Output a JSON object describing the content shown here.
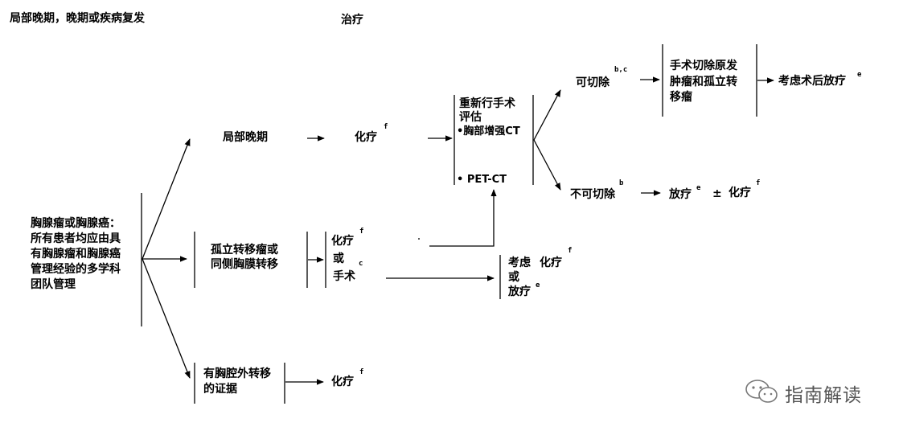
{
  "header": {
    "left": "局部晚期，晚期或疾病复发",
    "center": "治疗"
  },
  "start": {
    "lines": [
      "胸腺瘤或胸腺癌：",
      "所有患者均应由具",
      "有胸腺瘤和胸腺癌",
      "管理经验的多学科",
      "团队管理"
    ]
  },
  "branch_local": {
    "label": "局部晚期"
  },
  "branch_isolated": {
    "lines": [
      "孤立转移瘤或",
      "同侧胸膜转移"
    ]
  },
  "branch_extra": {
    "lines": [
      "有胸腔外转移",
      "的证据"
    ]
  },
  "chemo_top": {
    "label": "化疗",
    "sup": "f"
  },
  "options_mid": {
    "chemo": "化疗",
    "chemo_sup": "f",
    "or": "或",
    "surgery": "手术",
    "surgery_sup": "c"
  },
  "chemo_bottom": {
    "label": "化疗",
    "sup": "f"
  },
  "reassess": {
    "lines": [
      "重新行手术",
      "评估"
    ],
    "bullet1": "•胸部增强CT",
    "bullet2": "• PET-CT"
  },
  "consider": {
    "line1": "考虑",
    "chemo": "化疗",
    "chemo_sup": "f",
    "or": "或",
    "radio": "放疗",
    "radio_sup": "e"
  },
  "resectable": {
    "label": "可切除",
    "sup": "b,c"
  },
  "unresectable": {
    "label": "不可切除",
    "sup": "b"
  },
  "surgery_box": {
    "lines": [
      "手术切除原发",
      "肿瘤和孤立转",
      "移瘤"
    ]
  },
  "post_op": {
    "label": "考虑术后放疗",
    "sup": "e"
  },
  "radio_chemo": {
    "radio": "放疗",
    "radio_sup": "e",
    "pm": "±",
    "chemo": "化疗",
    "chemo_sup": "f"
  },
  "watermark": {
    "text": "指南解读",
    "icon": "wechat-icon"
  }
}
